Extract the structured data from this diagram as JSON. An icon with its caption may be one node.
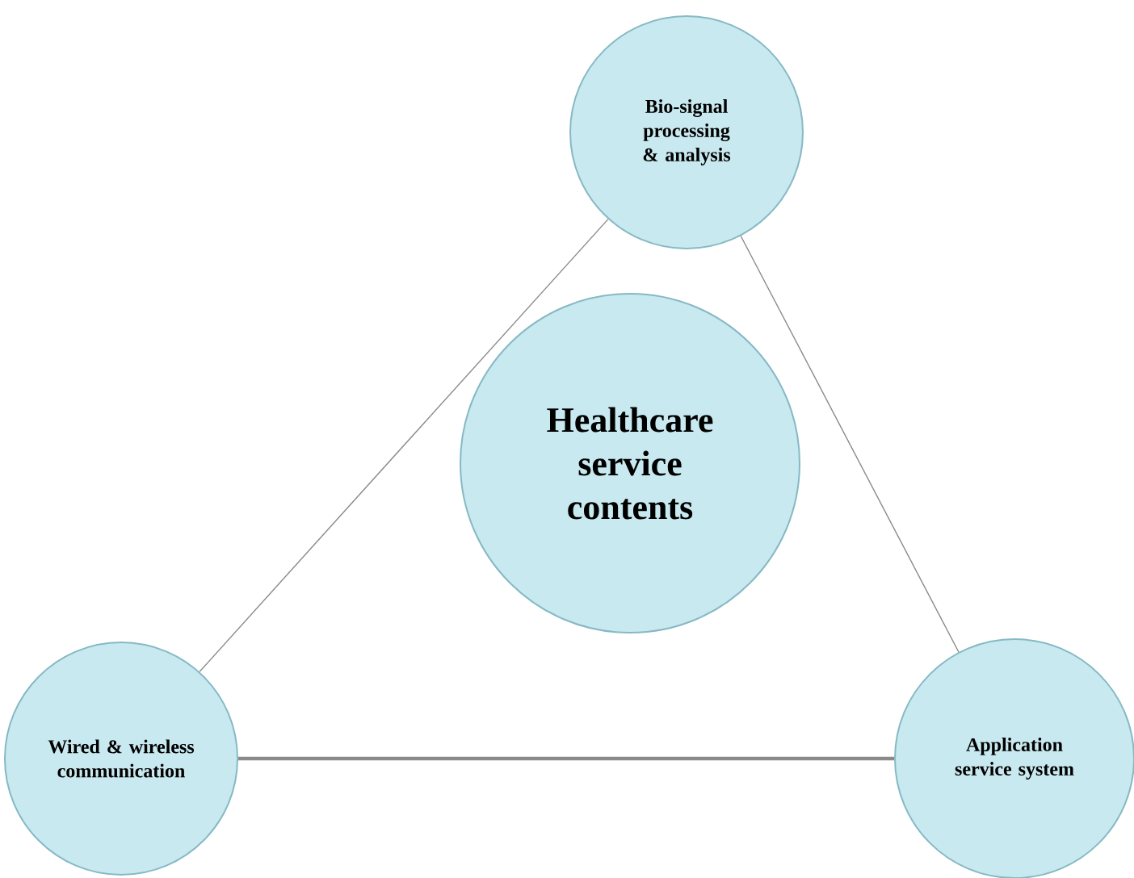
{
  "diagram": {
    "nodes": [
      {
        "text": [
          "Bio-signal processing & analysis"
        ]
      },
      {
        "text": [
          "Healthcare service contents"
        ]
      },
      {
        "text": [
          "Wired & wireless communication"
        ]
      },
      {
        "text": [
          "Application service system"
        ]
      }
    ],
    "edges": [
      {
        "from": 0,
        "to": 2,
        "arrow": "none"
      },
      {
        "from": 0,
        "to": 3,
        "arrow": "none"
      },
      {
        "from": 2,
        "to": 3,
        "arrow": "none",
        "style": "thick"
      }
    ]
  }
}
